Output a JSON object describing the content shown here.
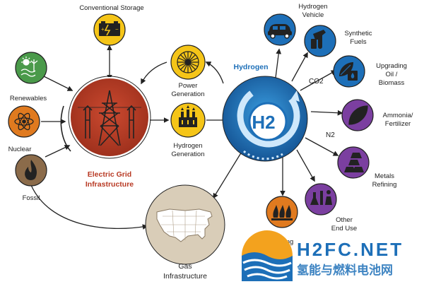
{
  "labels": {
    "conventional_storage": "Conventional Storage",
    "renewables": "Renewables",
    "nuclear": "Nuclear",
    "fossil": "Fossil",
    "grid_line1": "Electric Grid",
    "grid_line2": "Infrastructure",
    "power_gen_line1": "Power",
    "power_gen_line2": "Generation",
    "h2_gen_line1": "Hydrogen",
    "h2_gen_line2": "Generation",
    "hydrogen": "Hydrogen",
    "h2_symbol": "H2",
    "hydrogen_vehicle_line1": "Hydrogen",
    "hydrogen_vehicle_line2": "Vehicle",
    "synthetic_fuels_line1": "Synthetic",
    "synthetic_fuels_line2": "Fuels",
    "co2": "CO2",
    "upgrading_line1": "Upgrading",
    "upgrading_line2": "Oil /",
    "upgrading_line3": "Biomass",
    "ammonia_line1": "Ammonia/",
    "ammonia_line2": "Fertilizer",
    "n2": "N2",
    "metals_line1": "Metals",
    "metals_line2": "Refining",
    "other_line1": "Other",
    "other_line2": "End Use",
    "heating_fragment": "ating",
    "gas_line1": "Gas",
    "gas_line2": "Infrastructure"
  },
  "watermark": {
    "logo_text": "H2FC.NET",
    "subtitle": "氢能与燃料电池网"
  },
  "colors": {
    "grid_red": "#b83a24",
    "hydrogen_blue": "#1d6fb8",
    "purple": "#7b3fa0",
    "orange": "#e07a1f",
    "yellow": "#f5c518",
    "green": "#4a9a4a",
    "fossil_brown": "#8b6b4a",
    "gas_tan": "#d9cdb8"
  }
}
